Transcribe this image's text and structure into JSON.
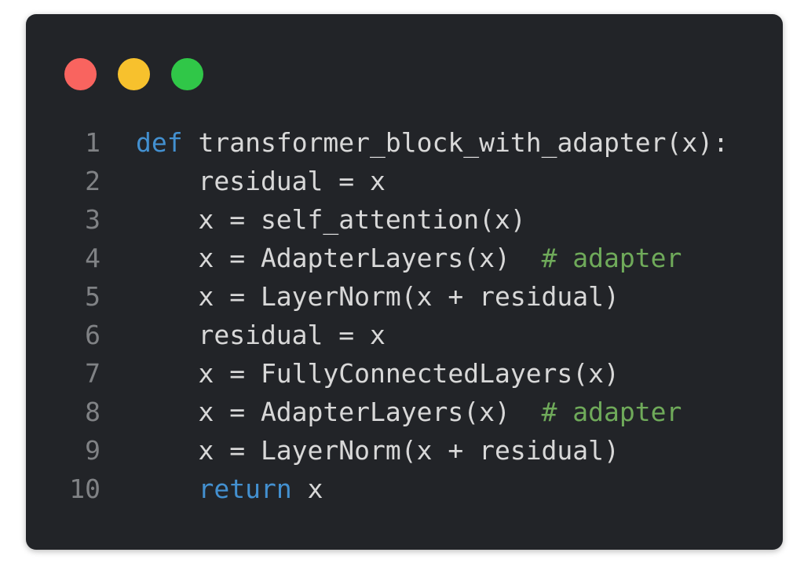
{
  "window": {
    "kind": "code-editor-window",
    "background": "#222428",
    "traffic_lights": [
      {
        "name": "close",
        "color": "#f9645f"
      },
      {
        "name": "minimize",
        "color": "#f7c12d"
      },
      {
        "name": "zoom",
        "color": "#30c748"
      }
    ]
  },
  "code": {
    "language": "python",
    "colors": {
      "keyword": "#4390d0",
      "plain": "#d8d8d8",
      "comment": "#6faa5a",
      "line_number": "#808285"
    },
    "lines": [
      {
        "num": "1",
        "tokens": [
          {
            "text": "def ",
            "type": "keyword"
          },
          {
            "text": "transformer_block_with_adapter(x):",
            "type": "plain"
          }
        ]
      },
      {
        "num": "2",
        "tokens": [
          {
            "text": "    residual = x",
            "type": "plain"
          }
        ]
      },
      {
        "num": "3",
        "tokens": [
          {
            "text": "    x = self_attention(x)",
            "type": "plain"
          }
        ]
      },
      {
        "num": "4",
        "tokens": [
          {
            "text": "    x = AdapterLayers(x)  ",
            "type": "plain"
          },
          {
            "text": "# adapter",
            "type": "comment"
          }
        ]
      },
      {
        "num": "5",
        "tokens": [
          {
            "text": "    x = LayerNorm(x + residual)",
            "type": "plain"
          }
        ]
      },
      {
        "num": "6",
        "tokens": [
          {
            "text": "    residual = x",
            "type": "plain"
          }
        ]
      },
      {
        "num": "7",
        "tokens": [
          {
            "text": "    x = FullyConnectedLayers(x)",
            "type": "plain"
          }
        ]
      },
      {
        "num": "8",
        "tokens": [
          {
            "text": "    x = AdapterLayers(x)  ",
            "type": "plain"
          },
          {
            "text": "# adapter",
            "type": "comment"
          }
        ]
      },
      {
        "num": "9",
        "tokens": [
          {
            "text": "    x = LayerNorm(x + residual)",
            "type": "plain"
          }
        ]
      },
      {
        "num": "10",
        "tokens": [
          {
            "text": "    ",
            "type": "plain"
          },
          {
            "text": "return",
            "type": "keyword"
          },
          {
            "text": " x",
            "type": "plain"
          }
        ]
      }
    ]
  }
}
